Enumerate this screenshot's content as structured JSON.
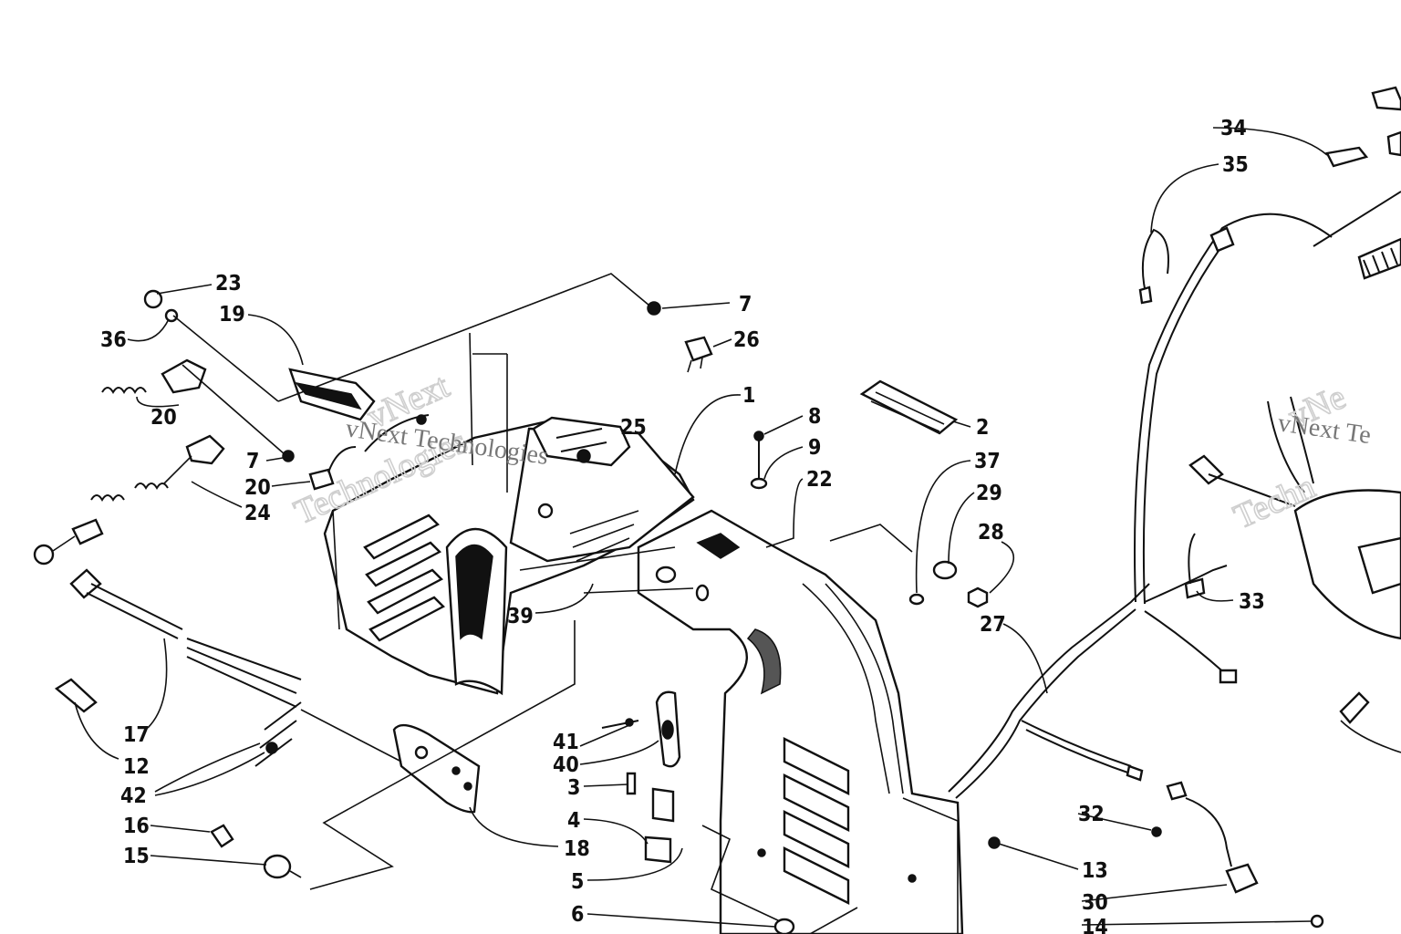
{
  "watermark": {
    "brand_top": "vNext",
    "brand_bottom": "Technologies",
    "caption": "vNext Technologies",
    "right_caption": "vNext Te",
    "right_large": "vNe",
    "right_bottom": "Techn"
  },
  "callouts": {
    "c1": "1",
    "c2": "2",
    "c3": "3",
    "c4": "4",
    "c5": "5",
    "c6": "6",
    "c7a": "7",
    "c7b": "7",
    "c8": "8",
    "c9": "9",
    "c12": "12",
    "c13": "13",
    "c14": "14",
    "c15": "15",
    "c16": "16",
    "c17": "17",
    "c18": "18",
    "c19": "19",
    "c20a": "20",
    "c20b": "20",
    "c22": "22",
    "c23": "23",
    "c24": "24",
    "c25": "25",
    "c26": "26",
    "c27": "27",
    "c28": "28",
    "c29": "29",
    "c30": "30",
    "c32": "32",
    "c33": "33",
    "c34": "34",
    "c35": "35",
    "c36": "36",
    "c37": "37",
    "c39": "39",
    "c40": "40",
    "c41": "41",
    "c42": "42"
  },
  "colors": {
    "ink": "#111111",
    "paper": "#ffffff",
    "watermark": "#cfcfcf"
  }
}
